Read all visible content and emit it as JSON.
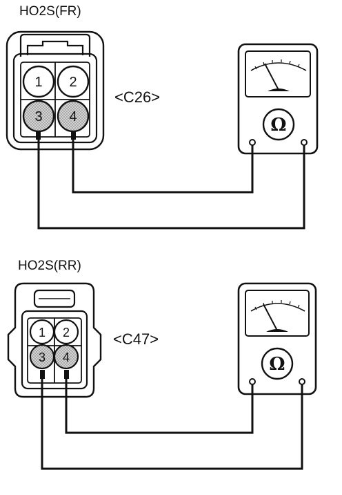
{
  "sections": [
    {
      "title": "HO2S(FR)",
      "connector_code": "<C26>",
      "pins": {
        "p1": "1",
        "p2": "2",
        "p3": "3",
        "p4": "4"
      },
      "meter_symbol": "Ω",
      "meter_icon": "ohmmeter-icon"
    },
    {
      "title": "HO2S(RR)",
      "connector_code": "<C47>",
      "pins": {
        "p1": "1",
        "p2": "2",
        "p3": "3",
        "p4": "4"
      },
      "meter_symbol": "Ω",
      "meter_icon": "ohmmeter-icon"
    }
  ],
  "colors": {
    "line": "#111111",
    "pin_fill_shaded": "#bdbdbd",
    "background": "#ffffff"
  }
}
